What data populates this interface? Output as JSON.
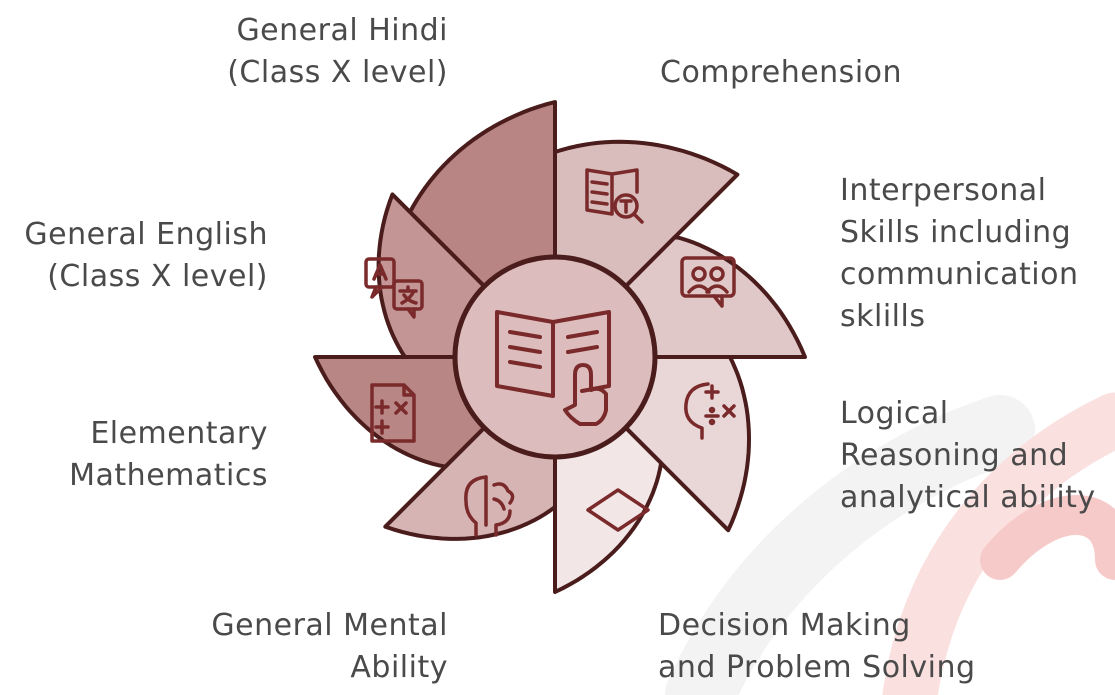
{
  "colors": {
    "background": "#ffffff",
    "text": "#4a4a4a",
    "outline": "#4a1c1c",
    "icon": "#7a2a2a",
    "watermark": "#e05a5a"
  },
  "center_icon": "open-book-hand-icon",
  "segments": [
    {
      "id": "general-hindi",
      "label": "General Hindi\n(Class X level)",
      "fill": "#b88484",
      "icon": null
    },
    {
      "id": "comprehension",
      "label": "Comprehension",
      "fill": "#d9bcbc",
      "icon": "book-text-search-icon"
    },
    {
      "id": "interpersonal",
      "label": "Interpersonal\nSkills including\ncommunication\nsklills",
      "fill": "#e1c8c8",
      "icon": "people-speech-icon"
    },
    {
      "id": "logical",
      "label": "Logical\nReasoning and\nanalytical ability",
      "fill": "#e9d7d7",
      "icon": "head-math-icon"
    },
    {
      "id": "decision",
      "label": "Decision Making\nand Problem Solving",
      "fill": "#f2e6e6",
      "icon": "diamond-icon"
    },
    {
      "id": "mental",
      "label": "General Mental\nAbility",
      "fill": "#d7b4b4",
      "icon": "brain-head-icon"
    },
    {
      "id": "maths",
      "label": "Elementary\nMathematics",
      "fill": "#b98686",
      "icon": "math-document-icon"
    },
    {
      "id": "english",
      "label": "General English\n(Class X level)",
      "fill": "#c39595",
      "icon": "translate-icon"
    }
  ]
}
